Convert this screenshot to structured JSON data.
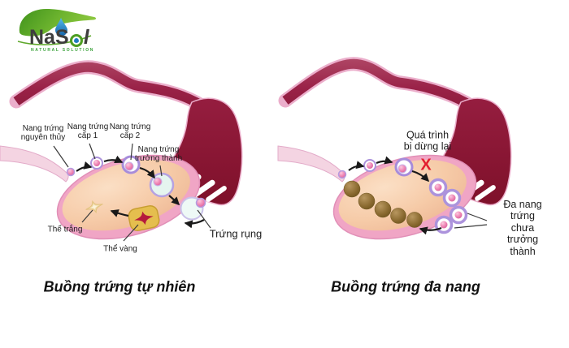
{
  "logo": {
    "brand_left": "NaS",
    "brand_right": "l",
    "tagline": "NATURAL SOLUTION"
  },
  "left_diagram": {
    "caption": "Buồng trứng tự nhiên",
    "labels": {
      "primordial": "Nang trứng\nnguyên thủy",
      "primary": "Nang trứng\ncấp 1",
      "secondary": "Nang trứng\ncấp 2",
      "mature": "Nang trứng\ntrưởng thành",
      "corpus_albicans": "Thể trắng",
      "corpus_luteum": "Thể vàng",
      "ovulation": "Trứng rụng"
    }
  },
  "right_diagram": {
    "caption": "Buồng trứng đa nang",
    "labels": {
      "process_stopped": "Quá trình\nbị dừng lại",
      "stop_mark": "X",
      "polycystic": "Đa nang trứng\nchưa trưởng thành"
    }
  },
  "palette": {
    "tube_dark": "#9a2248",
    "fimbria_dark": "#891736",
    "tube_outline_pink": "#ebaecb",
    "ovary_wall": "#f0a5c5",
    "ovary_inner": "#f6cba8",
    "stalk_pink": "#f4d4e2",
    "follicle_ring": "#a78cda",
    "egg_pink": "#ef85b4",
    "mature_fill": "#e5f5ef",
    "cyst_brown": "#8a6a30",
    "luteum_yellow": "#e5be4e",
    "luteum_star": "#b51b3c",
    "stop_red": "#e31f2f",
    "logo_green": "#4e9e23",
    "logo_blue": "#1f7bc0",
    "text": "#1c1c1c"
  }
}
